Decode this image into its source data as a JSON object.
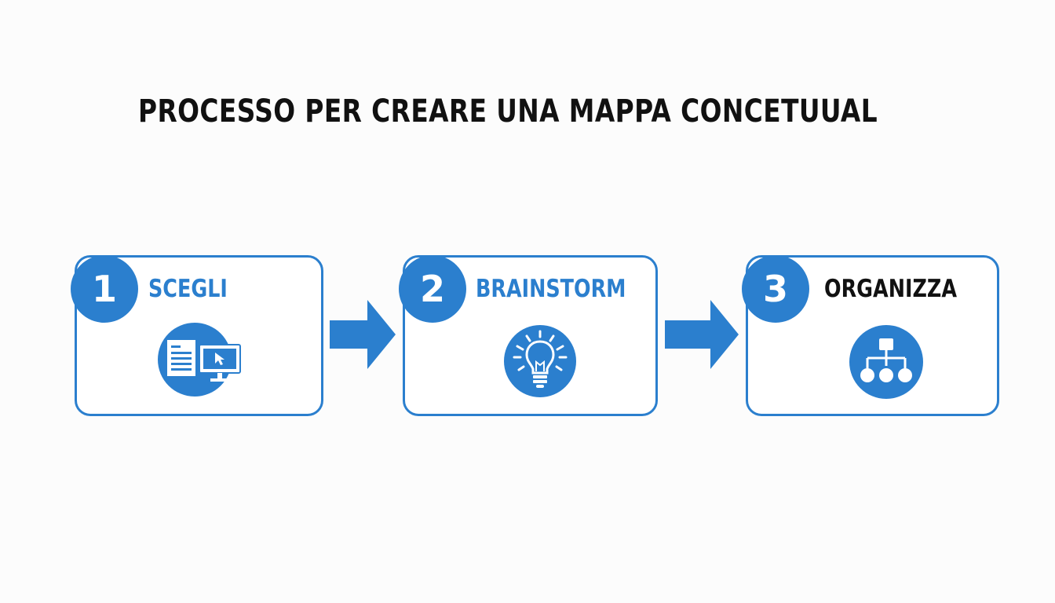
{
  "title": "PROCESSO PER CREARE UNA MAPPA CONCETUUAL",
  "steps": [
    {
      "number": "1",
      "label": "SCEGLI",
      "label_color": "#2b7fce",
      "icon": "document-computer-icon"
    },
    {
      "number": "2",
      "label": "BRAINSTORM",
      "label_color": "#2b7fce",
      "icon": "lightbulb-icon"
    },
    {
      "number": "3",
      "label": "ORGANIZZA",
      "label_color": "#111111",
      "icon": "hierarchy-icon"
    }
  ],
  "colors": {
    "accent": "#2b7fce",
    "text": "#111111",
    "background": "#fcfcfc"
  }
}
